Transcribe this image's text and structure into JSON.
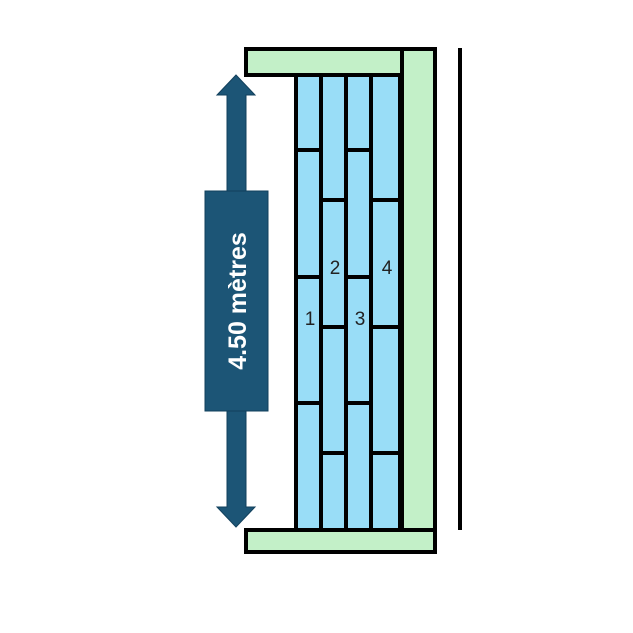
{
  "dimension": {
    "label": "4.50 mètres"
  },
  "planks": {
    "labels": [
      "1",
      "2",
      "3",
      "4"
    ]
  },
  "colors": {
    "plank": "#99ddf7",
    "frame": "#c3f0c8",
    "arrow": "#1c5576",
    "line": "#000000"
  }
}
